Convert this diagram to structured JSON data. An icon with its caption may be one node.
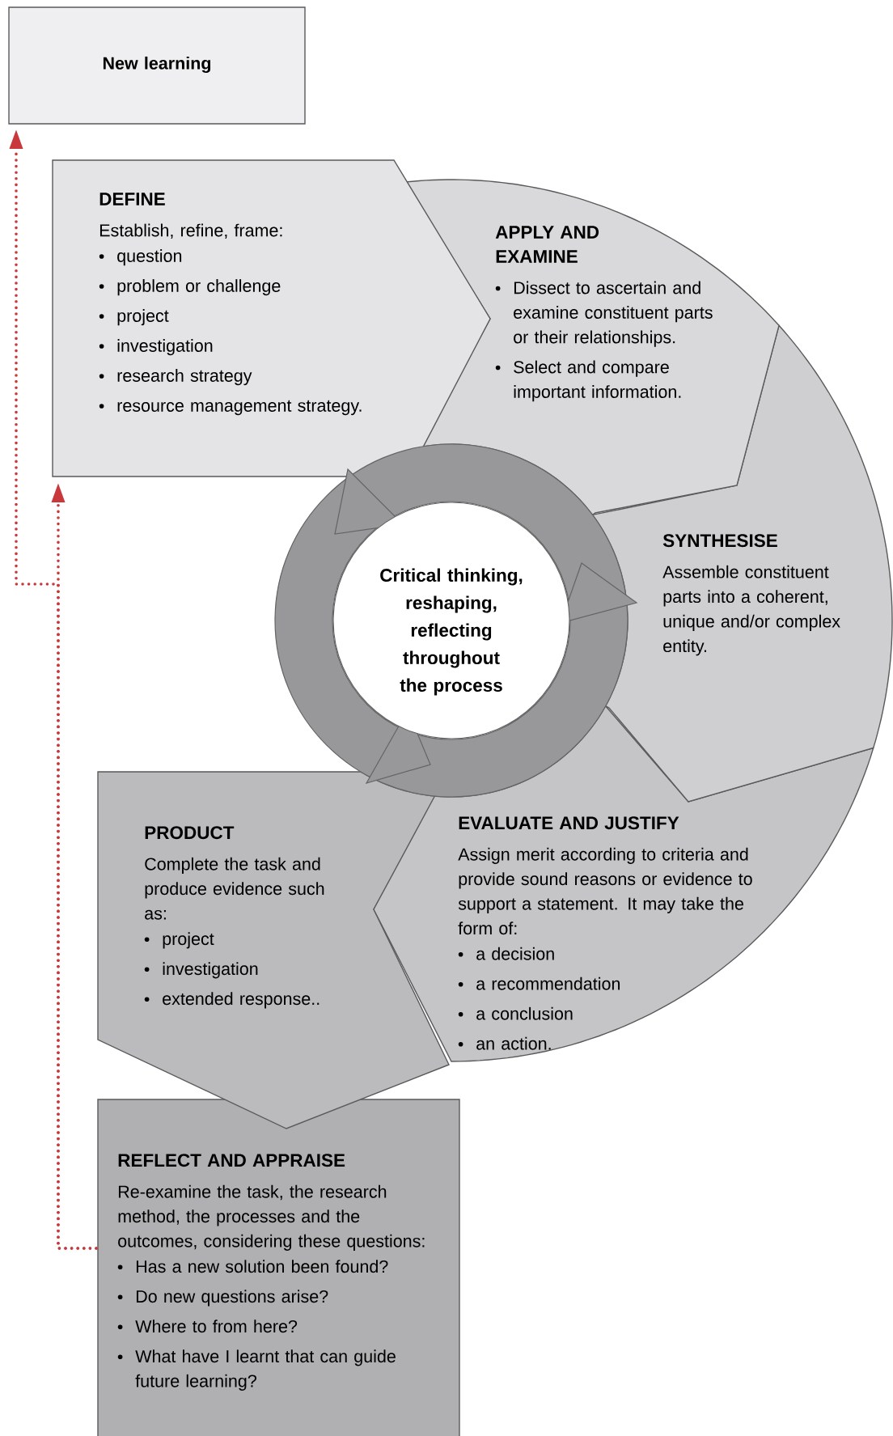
{
  "diagram": {
    "nodes": [
      {
        "text": [
          "New learning"
        ]
      },
      {
        "text": [
          "DEFINE",
          "Establish, refine, frame:",
          "question",
          "problem or challenge",
          "project",
          "investigation",
          "research strategy",
          "resource management strategy."
        ]
      },
      {
        "text": [
          "APPLY AND EXAMINE",
          "Dissect to ascertain and examine constituent parts or their relationships.",
          "Select and compare important information."
        ]
      },
      {
        "text": [
          "SYNTHESISE",
          "Assemble constituent parts into a coherent, unique and/or complex entity."
        ]
      },
      {
        "text": [
          "EVALUATE AND JUSTIFY",
          "Assign merit according to criteria and provide sound reasons or evidence to support a statement. It may take the form of:",
          "a decision",
          "a recommendation",
          "a conclusion",
          "an action."
        ]
      },
      {
        "text": [
          "PRODUCT",
          "Complete the task and produce evidence such as:",
          "project",
          "investigation",
          "extended response.."
        ]
      },
      {
        "text": [
          "REFLECT AND APPRAISE",
          "Re-examine the task, the research method, the processes and the outcomes, considering these questions:",
          "Has a new solution been found?",
          "Do new questions arise?",
          "Where to from here?",
          "What have I learnt that can guide future learning?"
        ]
      },
      {
        "text": [
          "Critical thinking, reshaping, reflecting throughout the process"
        ]
      }
    ],
    "edges": [
      {
        "from": 6,
        "to": 1,
        "arrow": "to",
        "style": "dashed",
        "color": "#c8383c"
      },
      {
        "from": 6,
        "to": 0,
        "arrow": "to",
        "style": "dashed",
        "color": "#c8383c"
      }
    ]
  }
}
